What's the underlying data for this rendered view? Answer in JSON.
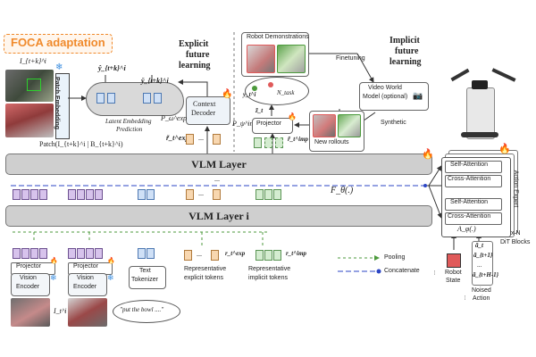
{
  "header": {
    "title": "FOCA adaptation",
    "input_image_label": "I_{t+k}^i",
    "patch_embedding": "Patch Embedding",
    "patch_formula": "Patch(I_{t+k}^i | B_{t+k}^i)"
  },
  "explicit": {
    "title_line1": "Explicit",
    "title_line2": "future",
    "title_line3": "learning",
    "y_hat": "ŷ_{t+k}^i",
    "y_bar": "ȳ_{t+k}^i",
    "cloud_label_line1": "Latent Embedding",
    "cloud_label_line2": "Prediction",
    "p_exp": "P_ω^exp",
    "context_decoder_line1": "Context",
    "context_decoder_line2": "Decoder",
    "r_exp": "r̃_t^exp",
    "ellipsis": "..."
  },
  "implicit": {
    "title_line1": "Implicit",
    "title_line2": "future",
    "title_line3": "learning",
    "robot_demos": "Robot Demonstrations",
    "finetuning": "Finetuning",
    "video_world_model_line1": "Video World",
    "video_world_model_line2": "Model (optional)",
    "synthetic": "Synthetic",
    "new_rollouts": "New rollouts",
    "y_t": "y_t^i",
    "n_task": "N_task",
    "z_t": "z̃_t",
    "p_imp": "P_ψ^imp",
    "projector": "Projector",
    "r_imp": "r̃_t^imp"
  },
  "vlm": {
    "top_layer": "VLM Layer",
    "bottom_layer": "VLM Layer i",
    "dots": "...",
    "f_theta": "F_θ(.)"
  },
  "action_expert": {
    "self_attention_1": "Self-Attention",
    "cross_attention_1": "Cross-Attention",
    "self_attention_2": "Self-Attention",
    "cross_attention_2": "Cross-Attention",
    "a_phi": "A_φ(.)",
    "side_label": "Action Expert",
    "xn": "x N",
    "dit": "DiT Blocks",
    "robot_state": "Robot State",
    "noised_action": "Noised Action",
    "a_t": "ã_t",
    "a_t1": "ã_{t+1}",
    "a_dots": "...",
    "a_tH": "ã_{t+H-1}"
  },
  "bottom": {
    "projector_1": "Projector",
    "projector_2": "Projector",
    "vision_encoder_1_line1": "Vision",
    "vision_encoder_1_line2": "Encoder",
    "vision_encoder_2_line1": "Vision",
    "vision_encoder_2_line2": "Encoder",
    "image_label": "I_t^i",
    "text_tokenizer_line1": "Text",
    "text_tokenizer_line2": "Tokenizer",
    "prompt": "\"put the bowl ....\"",
    "rep_explicit_line1": "Representative",
    "rep_explicit_line2": "explicit tokens",
    "rep_implicit_line1": "Representative",
    "rep_implicit_line2": "implicit tokens",
    "r_exp": "r_t^exp",
    "r_imp": "r_t^imp",
    "ellipsis": "..."
  },
  "legend": {
    "pooling": "Pooling",
    "concatenate": "Concatenate"
  },
  "colors": {
    "accent_orange": "#f08a2c",
    "purple_token": "#d7c3ec",
    "orange_token": "#f8d7b0",
    "blue_token": "#cfe0f6",
    "green_token": "#d4ecd0",
    "robot_state": "#e05a5a",
    "concat_line": "#2b45c4",
    "pool_line": "#4c9a3c",
    "snowflake": "#3d8fe0"
  }
}
